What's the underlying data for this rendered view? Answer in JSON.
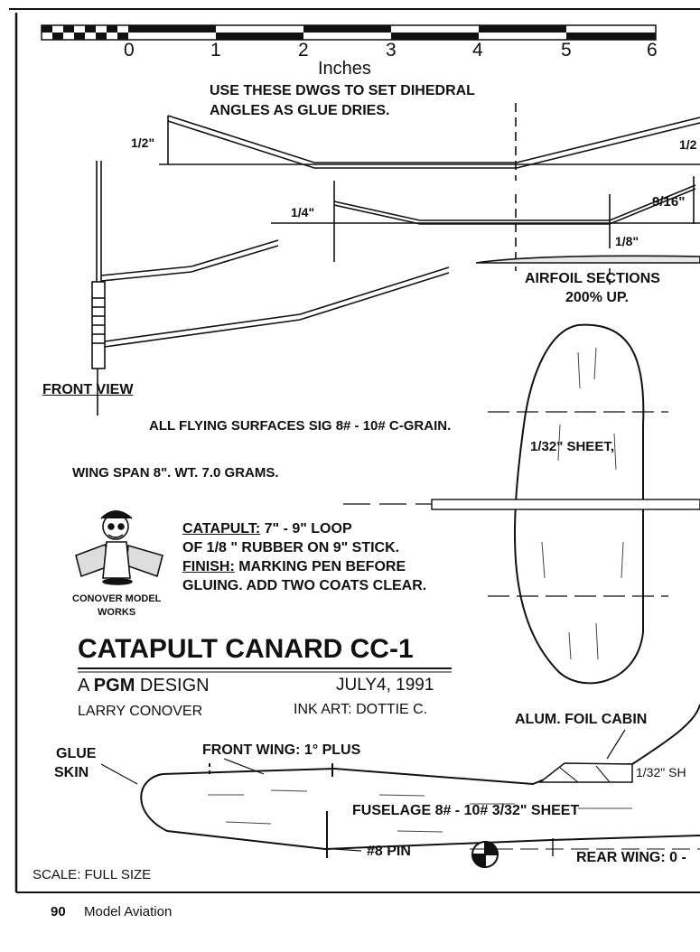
{
  "scale_bar": {
    "ticks": [
      "0",
      "1",
      "2",
      "3",
      "4",
      "5",
      "6"
    ],
    "unit": "Inches"
  },
  "notes": {
    "dihedral_line1": "USE THESE DWGS TO SET DIHEDRAL",
    "dihedral_line2": "ANGLES AS GLUE DRIES.",
    "dim_half_left": "1/2\"",
    "dim_half_right": "1/2",
    "dim_quarter": "1/4\"",
    "dim_eighth": "1/8\"",
    "dim_nine_sixteenths": "9/16\"",
    "airfoil_line1": "AIRFOIL SECTIONS",
    "airfoil_line2": "200% UP.",
    "front_view": "FRONT VIEW",
    "flying_surfaces": "ALL FLYING SURFACES  SIG 8# - 10# C-GRAIN.",
    "sheet": "1/32\" SHEET,",
    "wing_span": "WING SPAN 8\". WT. 7.0 GRAMS.",
    "catapult_label": "CATAPULT:",
    "catapult_text": " 7\" - 9\" LOOP",
    "rubber_text": "OF 1/8 \" RUBBER ON 9\" STICK.",
    "finish_label": "FINISH:",
    "finish_text": " MARKING PEN BEFORE",
    "gluing_text": "GLUING. ADD TWO COATS CLEAR.",
    "logo_line1": "CONOVER MODEL",
    "logo_line2": "WORKS"
  },
  "title_block": {
    "title": "CATAPULT CANARD CC-1",
    "design_prefix": "A ",
    "design_brand": "PGM",
    "design_suffix": " DESIGN",
    "date": "JULY4, 1991",
    "author": "LARRY CONOVER",
    "ink_art": "INK ART: DOTTIE C."
  },
  "side_view": {
    "cabin": "ALUM. FOIL CABIN",
    "glue_line1": "GLUE",
    "glue_line2": "SKIN",
    "front_wing": "FRONT WING: 1° PLUS",
    "sheet_partial": "1/32\" SH",
    "fuselage": "FUSELAGE 8# - 10# 3/32\" SHEET",
    "pin": "#8 PIN",
    "rear_wing": "REAR WING: 0 -",
    "scale": "SCALE:  FULL SIZE"
  },
  "footer": {
    "page_number": "90",
    "magazine": "Model Aviation"
  }
}
